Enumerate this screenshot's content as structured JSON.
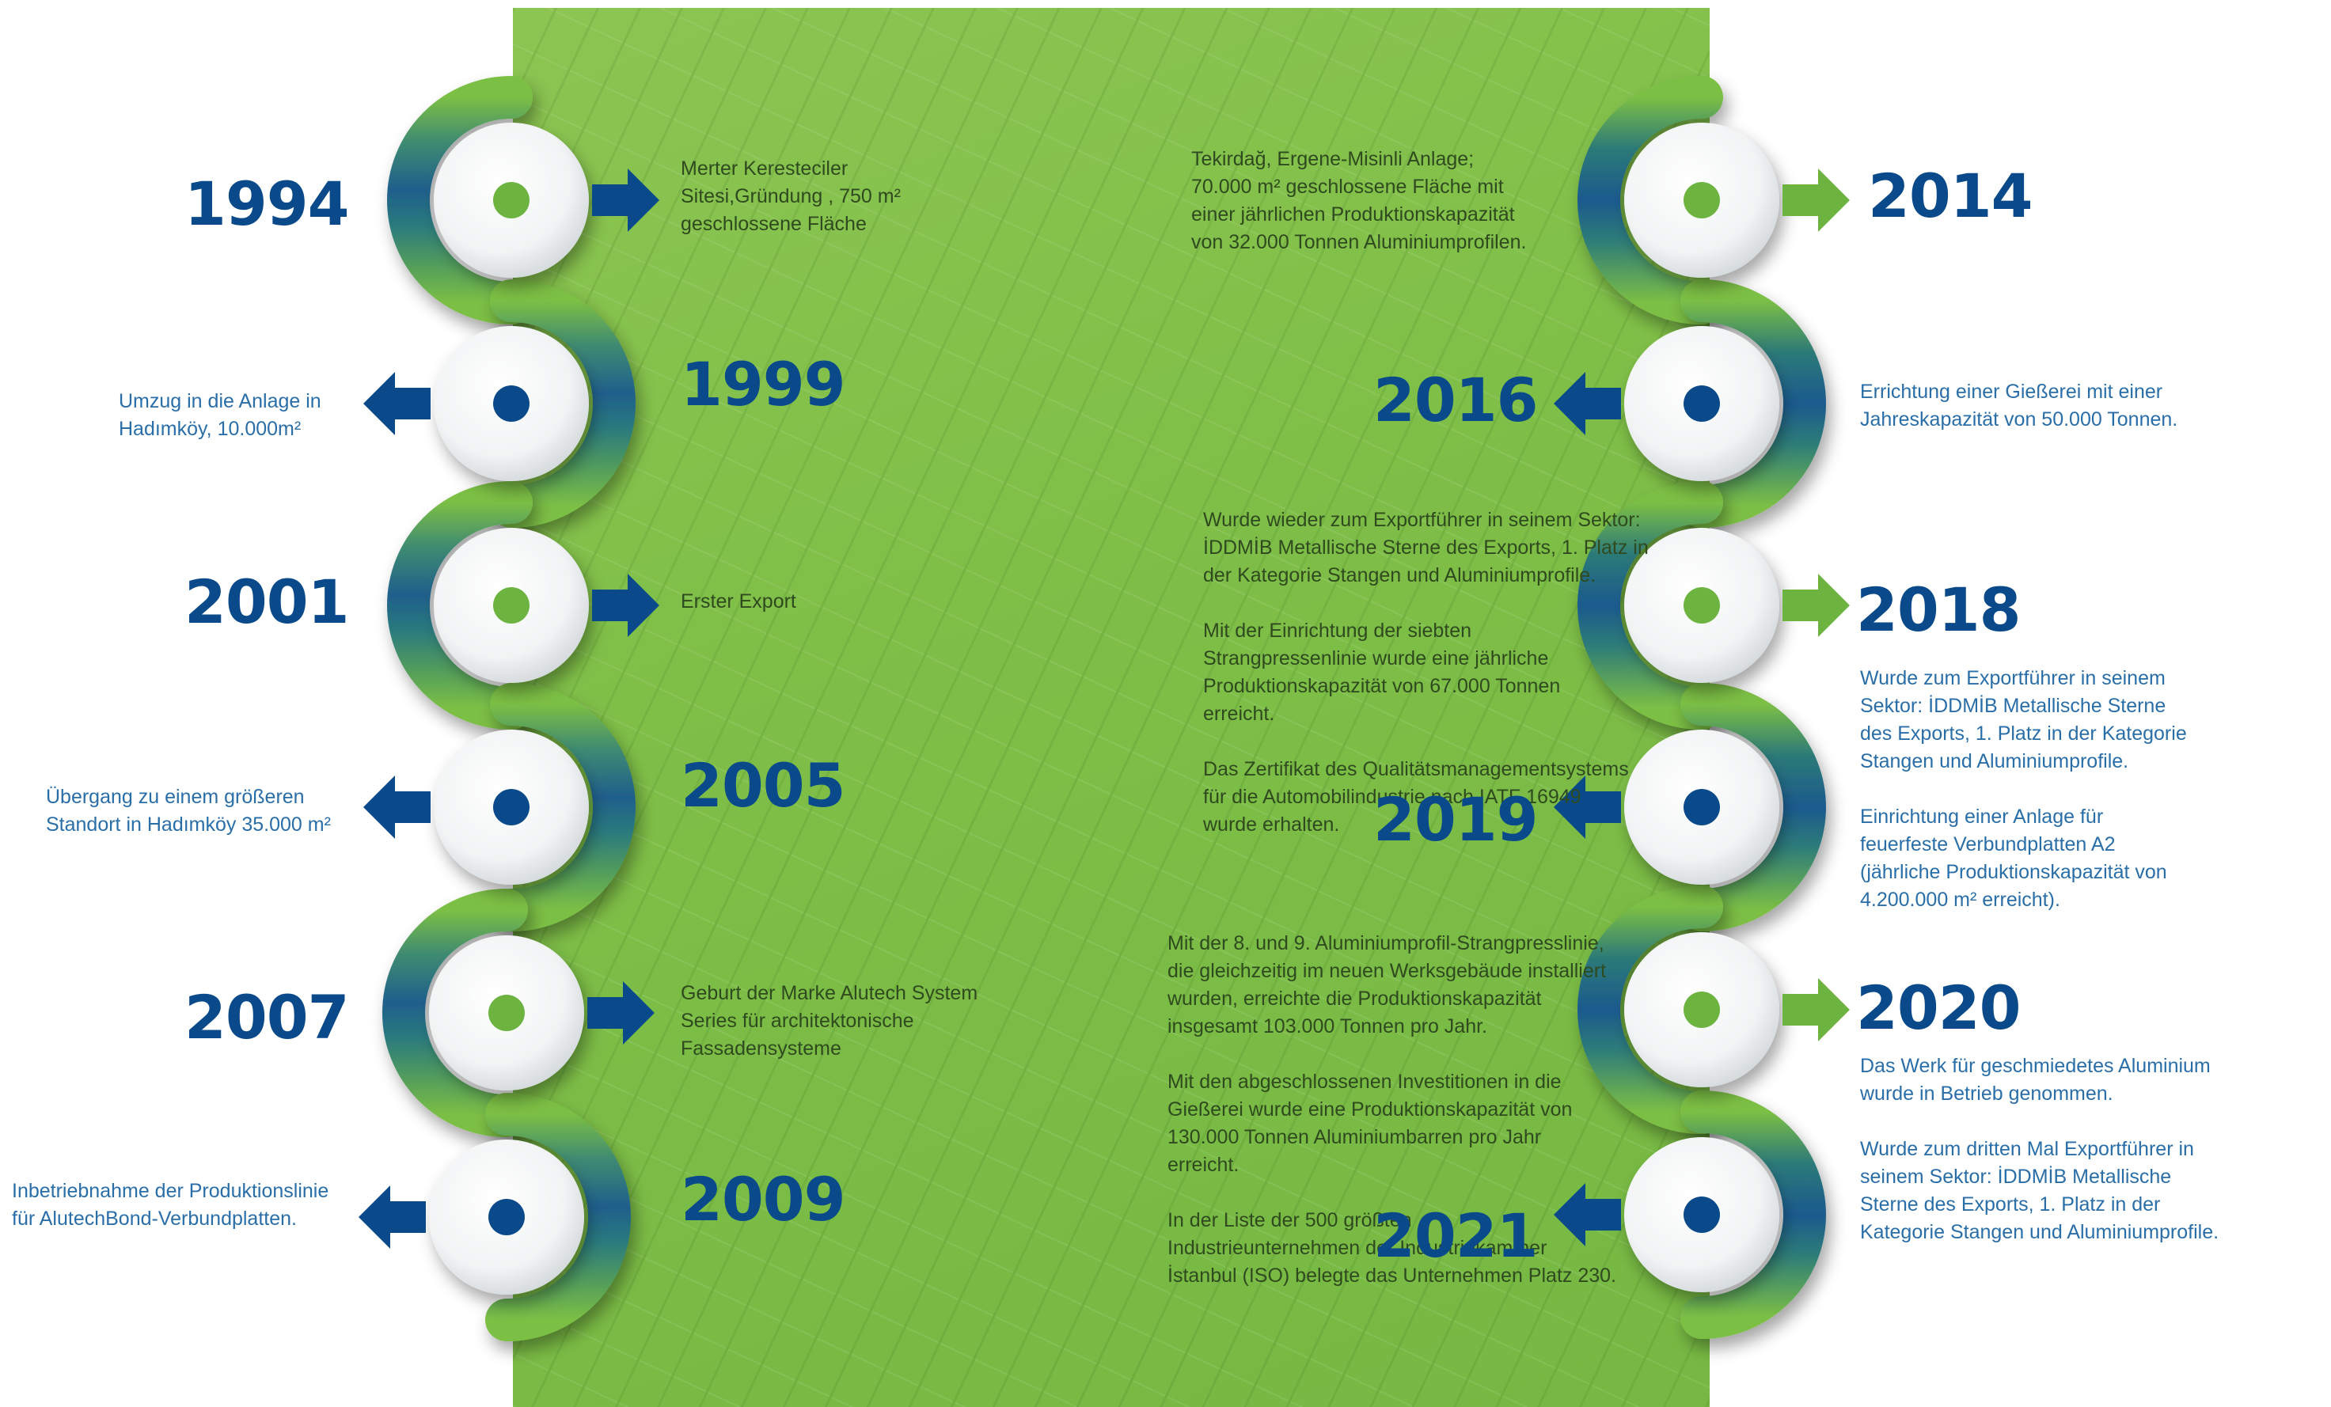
{
  "colors": {
    "year": "#0a4a8a",
    "panel": "#7fbf48",
    "arrow_blue": "#0a4a8a",
    "arrow_green": "#6cb33f",
    "dot_green": "#6cb33f",
    "dot_blue": "#0a4a8a",
    "text_on_panel": "#2e4a1e",
    "text_outside": "#2a6ea8"
  },
  "left": [
    {
      "year": "1994",
      "dot": "green",
      "arrow": "right",
      "lines": [
        "Merter Keresteciler",
        "Sitesi,Gründung , 750 m²",
        "geschlossene Fläche"
      ]
    },
    {
      "year": "1999",
      "dot": "blue",
      "arrow": "left",
      "lines": [
        "Umzug in die Anlage in",
        "Hadımköy,  10.000m²"
      ]
    },
    {
      "year": "2001",
      "dot": "green",
      "arrow": "right",
      "lines": [
        "Erster Export"
      ]
    },
    {
      "year": "2005",
      "dot": "blue",
      "arrow": "left",
      "lines": [
        "Übergang zu einem größeren",
        "Standort in Hadımköy 35.000 m²"
      ]
    },
    {
      "year": "2007",
      "dot": "green",
      "arrow": "right",
      "lines": [
        "Geburt der Marke Alutech System",
        "Series für architektonische",
        "Fassadensysteme"
      ]
    },
    {
      "year": "2009",
      "dot": "blue",
      "arrow": "left",
      "lines": [
        "Inbetriebnahme der Produktionslinie",
        "für AlutechBond-Verbundplatten."
      ]
    }
  ],
  "right": [
    {
      "year": "2014",
      "dot": "green",
      "arrow": "right",
      "paragraphs": [
        [
          "Tekirdağ, Ergene-Misinli Anlage;",
          "70.000  m²  geschlossene  Fläche  mit",
          "einer  jährlichen  Produktionskapazität",
          "von 32.000 Tonnen Aluminiumprofilen."
        ]
      ]
    },
    {
      "year": "2016",
      "dot": "blue",
      "arrow": "left",
      "paragraphs": [
        [
          "Errichtung einer Gießerei mit einer",
          "Jahreskapazität von 50.000 Tonnen."
        ]
      ]
    },
    {
      "year": "2018",
      "dot": "green",
      "arrow": "right",
      "paragraphs": [
        [
          "Wurde wieder zum Exportführer in seinem Sektor:",
          "İDDMİB Metallische Sterne des Exports, 1. Platz in",
          "der Kategorie Stangen und Aluminiumprofile."
        ],
        [
          "Mit der Einrichtung der siebten",
          "Strangpressenlinie wurde eine jährliche",
          "Produktionskapazität von 67.000 Tonnen",
          "erreicht."
        ],
        [
          "Das Zertifikat des Qualitätsmanagementsystems",
          "für die Automobilindustrie nach IATF 16949",
          "wurde erhalten."
        ]
      ]
    },
    {
      "year": "2019",
      "dot": "blue",
      "arrow": "left",
      "paragraphs": [
        [
          "Wurde zum Exportführer in seinem",
          "Sektor:  İDDMİB Metallische Sterne",
          "des Exports, 1. Platz in der Kategorie",
          "Stangen und Aluminiumprofile."
        ],
        [
          "Einrichtung einer Anlage für",
          "feuerfeste Verbundplatten A2",
          "(jährliche Produktionskapazität von",
          "4.200.000 m² erreicht)."
        ]
      ]
    },
    {
      "year": "2020",
      "dot": "green",
      "arrow": "right",
      "paragraphs": [
        [
          "Mit der 8. und 9. Aluminiumprofil-Strangpresslinie,",
          "die gleichzeitig im neuen Werksgebäude installiert",
          "wurden, erreichte die Produktionskapazität",
          "insgesamt 103.000 Tonnen pro Jahr."
        ],
        [
          "Mit den abgeschlossenen Investitionen in die",
          "Gießerei wurde eine Produktionskapazität von",
          "130.000 Tonnen Aluminiumbarren pro Jahr",
          "erreicht."
        ],
        [
          "In der Liste der 500 größten",
          "Industrieunternehmen der Industriekammer",
          "İstanbul (ISO) belegte das Unternehmen Platz 230."
        ]
      ]
    },
    {
      "year": "2021",
      "dot": "blue",
      "arrow": "left",
      "paragraphs": [
        [
          "Das Werk für geschmiedetes Aluminium",
          "wurde in Betrieb genommen."
        ],
        [
          "Wurde zum dritten Mal Exportführer in",
          "seinem Sektor:  İDDMİB Metallische",
          "Sterne des Exports, 1. Platz in der",
          "Kategorie Stangen und Aluminiumprofile."
        ]
      ]
    }
  ]
}
